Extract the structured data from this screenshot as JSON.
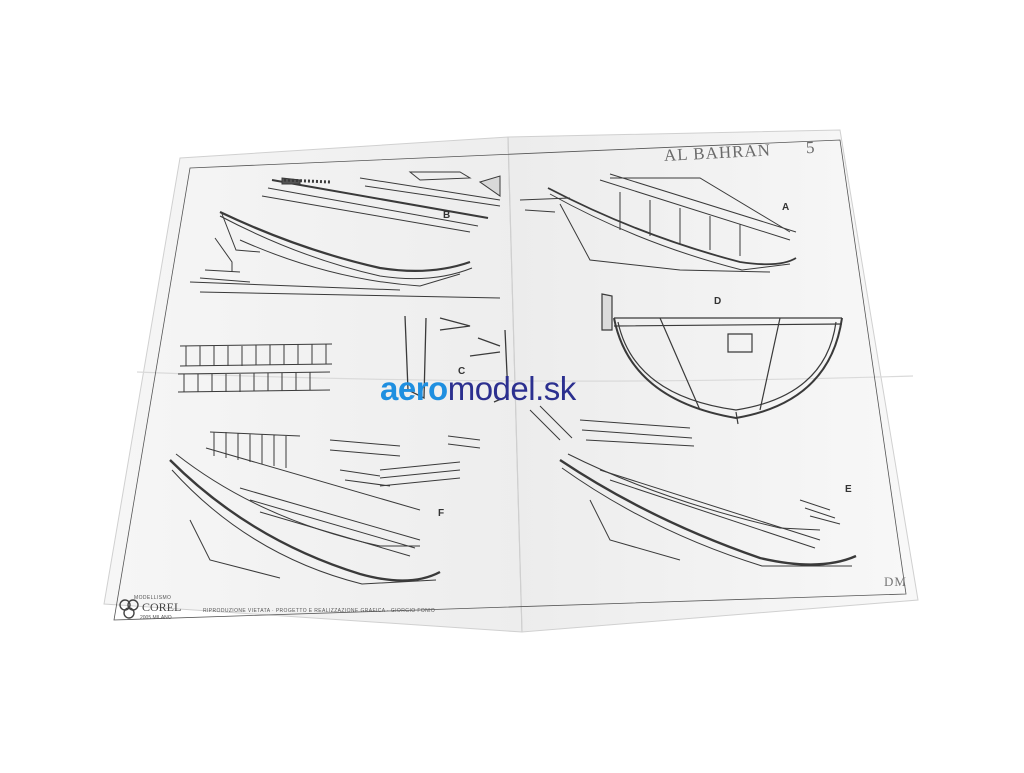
{
  "sheet": {
    "title": "AL BAHRAN",
    "number": "5",
    "code": "DM",
    "credits": "RIPRODUZIONE VIETATA · PROGETTO E REALIZZAZIONE GRAFICA · GIORGIO FONIO"
  },
  "maker": {
    "tagline": "MODELLISMO",
    "name": "COREL",
    "sub": "2005 MILANO"
  },
  "watermark": {
    "part_a": "aero",
    "part_b": "model.sk"
  },
  "steps": {
    "a": "A",
    "b": "B",
    "c": "C",
    "d": "D",
    "e": "E",
    "f": "F"
  },
  "colors": {
    "watermark_light": "#1f8fe0",
    "watermark_dark": "#2b2f8f",
    "ink": "#3a3a3a"
  }
}
